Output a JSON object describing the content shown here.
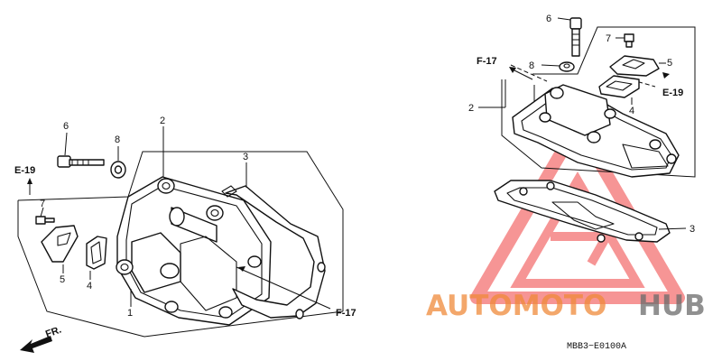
{
  "diagram": {
    "left_view": {
      "callouts": [
        {
          "id": "c6",
          "text": "6"
        },
        {
          "id": "c8",
          "text": "8"
        },
        {
          "id": "c2",
          "text": "2"
        },
        {
          "id": "c3",
          "text": "3"
        },
        {
          "id": "c7",
          "text": "7"
        },
        {
          "id": "c5",
          "text": "5"
        },
        {
          "id": "c4",
          "text": "4"
        },
        {
          "id": "c1",
          "text": "1"
        }
      ],
      "refs": {
        "e19": "E-19",
        "f17": "F-17",
        "front": "FR."
      }
    },
    "right_view": {
      "callouts": [
        {
          "id": "r6",
          "text": "6"
        },
        {
          "id": "r7",
          "text": "7"
        },
        {
          "id": "r8",
          "text": "8"
        },
        {
          "id": "r5",
          "text": "5"
        },
        {
          "id": "r2",
          "text": "2"
        },
        {
          "id": "r4",
          "text": "4"
        },
        {
          "id": "r3",
          "text": "3"
        }
      ],
      "refs": {
        "f17": "F-17",
        "e19": "E-19"
      }
    },
    "diagram_code": "MBB3−E0100A",
    "watermark": {
      "part1": "AUTOMOTO",
      "part2": "HUB",
      "logo_icon": "triangle-logo-icon",
      "color_primary": "#f08a3a",
      "color_secondary": "#6b6b6b",
      "color_logo": "#f04040"
    }
  }
}
